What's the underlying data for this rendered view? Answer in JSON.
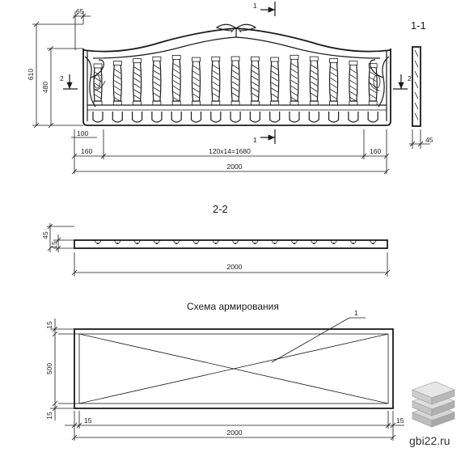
{
  "elevation": {
    "dims": {
      "top_offset": "65",
      "total_height": "610",
      "panel_height": "480",
      "base_height": "100",
      "end_left": "160",
      "end_right": "160",
      "baluster_pitch": "120x14=1680",
      "total_length": "2000"
    },
    "cut_marks": {
      "vertical": "1",
      "horizontal_left": "2",
      "horizontal_right": "2"
    }
  },
  "section_1_1": {
    "label": "1-1",
    "dim_thickness": "45"
  },
  "section_2_2": {
    "label": "2-2",
    "dim_top": "45",
    "dim_bottom": "15",
    "length": "2000"
  },
  "reinforcement": {
    "title": "Схема армирования",
    "callout": "1",
    "dims": {
      "cover_top": "15",
      "height": "500",
      "cover_bottom": "15",
      "cover_left": "15",
      "cover_right": "15",
      "length": "2000"
    }
  },
  "watermark": {
    "text": "gbi22.ru",
    "logo_color": "#b0b0b0"
  }
}
